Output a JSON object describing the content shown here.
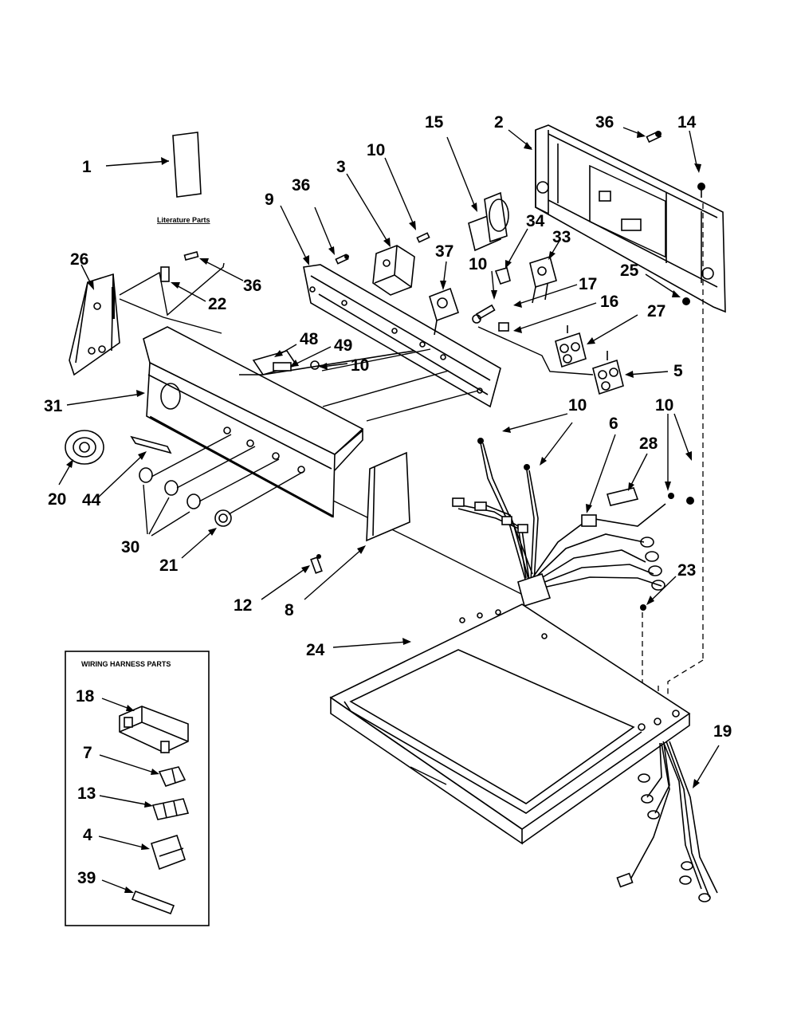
{
  "captions": {
    "literature": "Literature Parts",
    "harness_box_title": "WIRING HARNESS PARTS"
  },
  "callouts": {
    "c1": "1",
    "c2": "2",
    "c3": "3",
    "c5": "5",
    "c6": "6",
    "c8": "8",
    "c9": "9",
    "c10a": "10",
    "c10b": "10",
    "c10c": "10",
    "c10d": "10",
    "c10e": "10",
    "c12": "12",
    "c14": "14",
    "c15": "15",
    "c16": "16",
    "c17": "17",
    "c19": "19",
    "c20": "20",
    "c21": "21",
    "c22": "22",
    "c23": "23",
    "c24": "24",
    "c25": "25",
    "c26": "26",
    "c27": "27",
    "c28": "28",
    "c30": "30",
    "c31": "31",
    "c33": "33",
    "c34": "34",
    "c36a": "36",
    "c36b": "36",
    "c36c": "36",
    "c37": "37",
    "c44": "44",
    "c48": "48",
    "c49": "49",
    "c18": "18",
    "c7": "7",
    "c13": "13",
    "c4": "4",
    "c39": "39"
  }
}
